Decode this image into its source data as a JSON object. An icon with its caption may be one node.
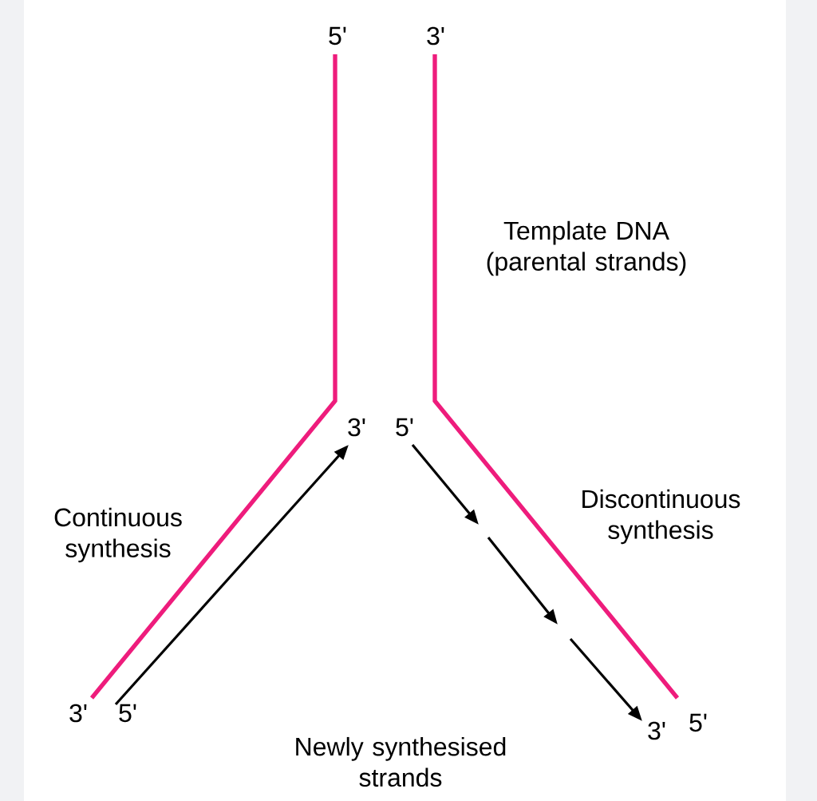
{
  "diagram": {
    "labels": [
      "5'",
      "3'",
      "Template DNA (parental strands)",
      "3'",
      "5'",
      "Continuous synthesis",
      "Discontinuous synthesis",
      "3'",
      "5'",
      "3'",
      "5'",
      "Newly synthesised strands"
    ]
  }
}
